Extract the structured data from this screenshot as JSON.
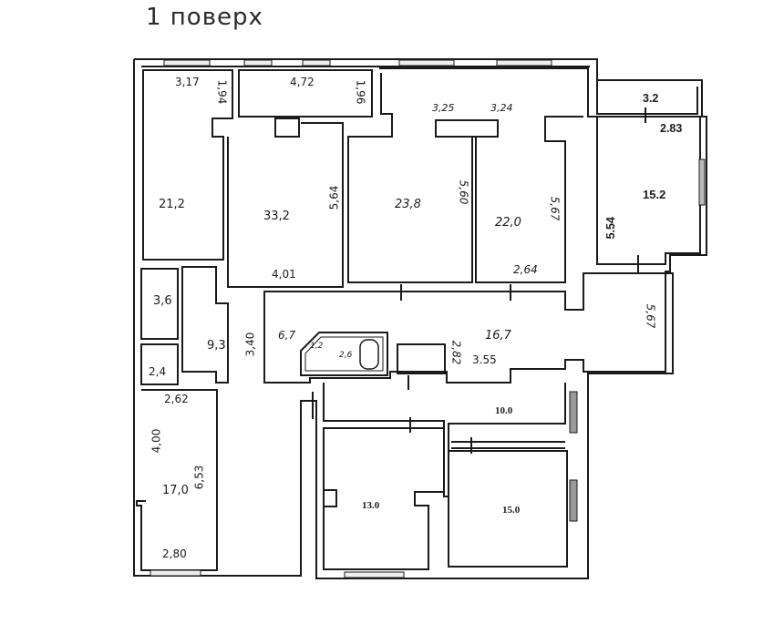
{
  "title": "1 поверх",
  "rooms": {
    "r1": {
      "area": "21,2",
      "width": "3,17",
      "depth": "1,94"
    },
    "r2": {
      "area": "33,2",
      "width": "4,72",
      "depth": "1,96",
      "side": "5,64",
      "bottom": "4,01"
    },
    "r3": {
      "area": "23,8",
      "width": "3,25",
      "side": "5,60"
    },
    "r4": {
      "area": "22,0",
      "width": "3,24",
      "side": "5,67",
      "bottom": "2,64"
    },
    "r5": {
      "area": "15.2",
      "balcony": "3.2",
      "width": "2.83",
      "side": "5.54"
    },
    "bath": {
      "area": "3,6"
    },
    "wc": {
      "area": "2,4"
    },
    "hall": {
      "area": "9,3",
      "side": "3,40"
    },
    "r6": {
      "area": "17,0",
      "top": "2,62",
      "inner": "4,00",
      "side": "6,53",
      "bottom": "2,80"
    },
    "kitchen": {
      "area": "16,7",
      "side": "5,67",
      "width": "3.55",
      "depth": "2,82"
    },
    "wetroom": {
      "area": "6,7",
      "sub1": "1,2",
      "sub2": "2,6"
    },
    "r7": {
      "area": "10.0"
    },
    "r8": {
      "area": "13.0"
    },
    "r9": {
      "area": "15.0"
    }
  }
}
